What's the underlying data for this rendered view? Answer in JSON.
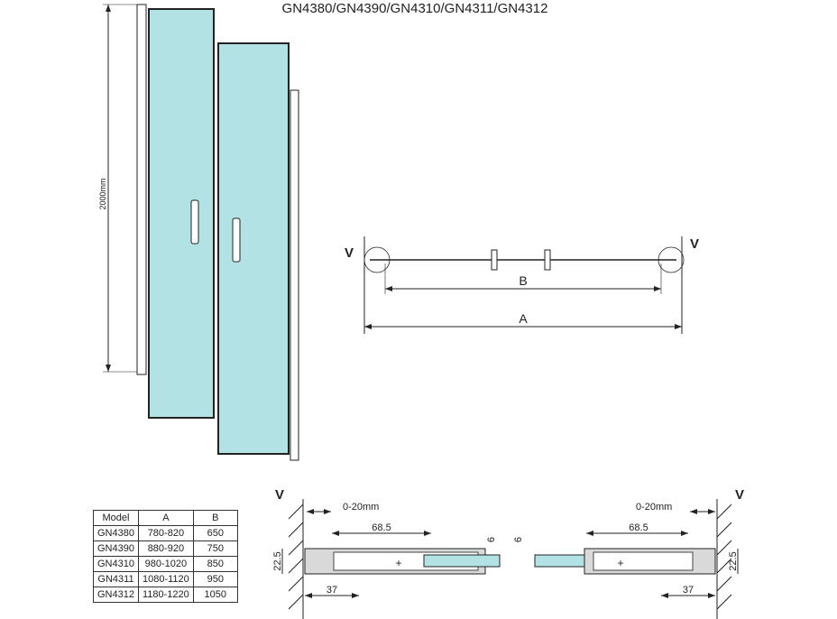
{
  "title": "GN4380/GN4390/GN4310/GN4311/GN4312",
  "elevation": {
    "height_label": "2000mm"
  },
  "plan": {
    "wall_label": "V",
    "dim_b": "B",
    "dim_a": "A"
  },
  "details": {
    "wall_label": "V",
    "gap": "0-20mm",
    "width": "68.5",
    "profile_depth": "22.5",
    "wall_profile": "37",
    "glass": "6"
  },
  "table": {
    "headers": [
      "Model",
      "A",
      "B"
    ],
    "rows": [
      [
        "GN4380",
        "780-820",
        "650"
      ],
      [
        "GN4390",
        "880-920",
        "750"
      ],
      [
        "GN4310",
        "980-1020",
        "850"
      ],
      [
        "GN4311",
        "1080-1120",
        "950"
      ],
      [
        "GN4312",
        "1180-1220",
        "1050"
      ]
    ]
  },
  "colors": {
    "glass": "#b2e2e4",
    "line": "#222222",
    "profile": "#d9d9d9"
  }
}
